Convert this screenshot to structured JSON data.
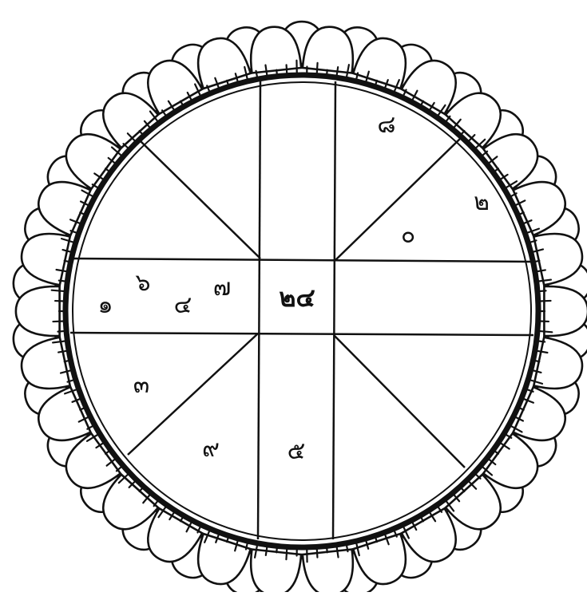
{
  "diagram": {
    "ink_color": "#111111",
    "paper_color": "#ffffff",
    "border_style": "lotus-petal-wreath",
    "center": {
      "label": "๒๔"
    },
    "houses": [
      {
        "id": "top-right",
        "numerals": [
          "๘",
          "๒",
          "๐"
        ]
      },
      {
        "id": "left-middle",
        "numerals": [
          "๑",
          "๖",
          "๔",
          "๗"
        ]
      },
      {
        "id": "lower-left",
        "numerals": [
          "๓"
        ]
      },
      {
        "id": "bottom-left",
        "numerals": [
          "๙"
        ]
      },
      {
        "id": "bottom-center",
        "numerals": [
          "๕"
        ]
      }
    ]
  }
}
